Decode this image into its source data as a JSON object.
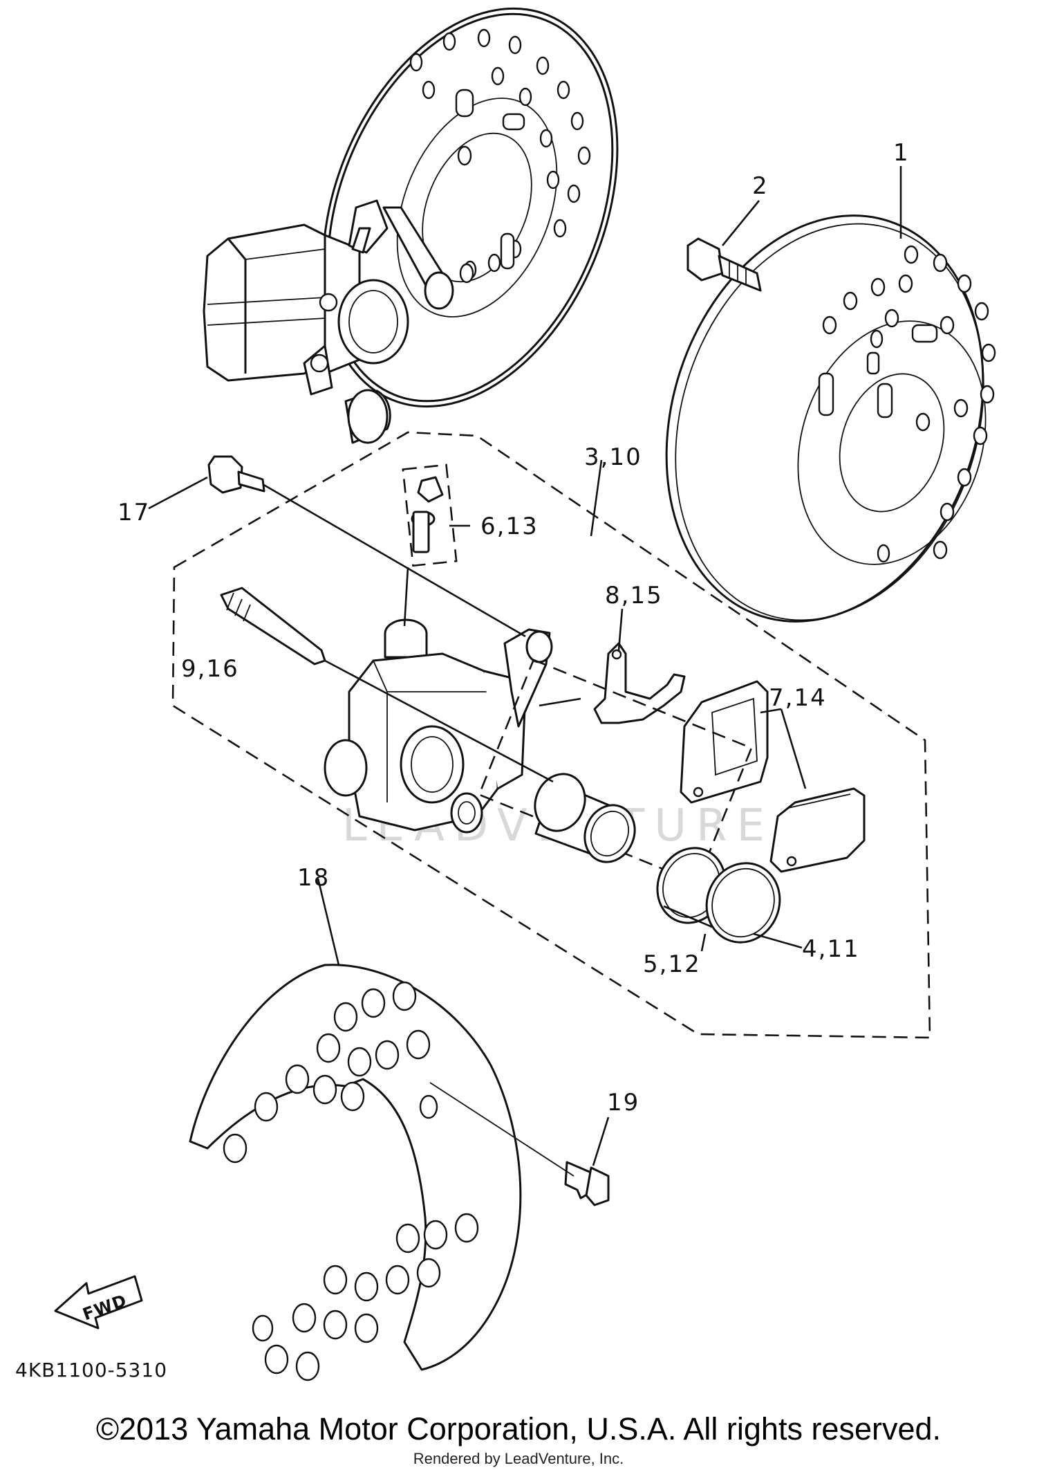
{
  "diagram": {
    "callouts": {
      "c1": "1",
      "c2": "2",
      "c3_10": "3,10",
      "c4_11": "4,11",
      "c5_12": "5,12",
      "c6_13": "6,13",
      "c7_14": "7,14",
      "c8_15": "8,15",
      "c9_16": "9,16",
      "c17": "17",
      "c18": "18",
      "c19": "19"
    },
    "fwd_label": "FWD",
    "diagram_code": "4KB1100-5310",
    "watermark": "LEADVENTURE"
  },
  "footer": {
    "copyright": "©2013 Yamaha Motor Corporation, U.S.A. All rights reserved.",
    "rendered_by": "Rendered by LeadVenture, Inc."
  }
}
